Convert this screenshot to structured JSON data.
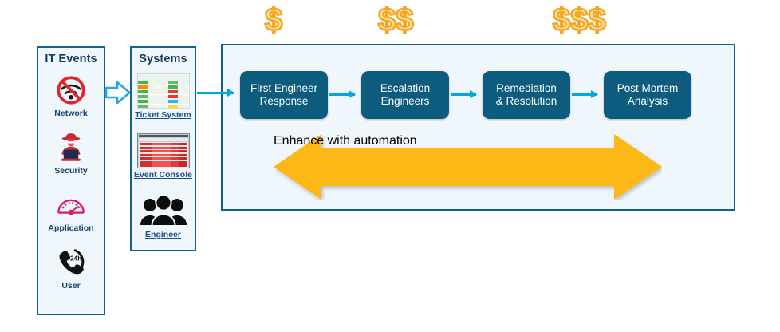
{
  "colors": {
    "panel_bg": "#eff6fc",
    "panel_border": "#14618c",
    "process_box": "#0d5c7d",
    "connector": "#00a8e0",
    "enhance_arrow": "#fcb813",
    "dollar_fill": "#fbdea0",
    "dollar_stroke": "#f5a623",
    "title_text": "#123a5c",
    "link_text": "#1c4f8a"
  },
  "it_events": {
    "title": "IT Events",
    "items": [
      {
        "icon": "no-wifi-icon",
        "label": "Network"
      },
      {
        "icon": "hacker-icon",
        "label": "Security"
      },
      {
        "icon": "gauge-icon",
        "label": "Application"
      },
      {
        "icon": "phone-24h-icon",
        "label": "User"
      }
    ]
  },
  "systems": {
    "title": "Systems",
    "items": [
      {
        "icon": "ticket-table-thumbnail",
        "label": "Ticket System"
      },
      {
        "icon": "event-console-thumbnail",
        "label": "Event Console"
      },
      {
        "icon": "engineer-group-icon",
        "label": "Engineer"
      }
    ]
  },
  "flow": {
    "steps": [
      {
        "line1": "First Engineer",
        "line2": "Response",
        "underline_line1": false
      },
      {
        "line1": "Escalation",
        "line2": "Engineers",
        "underline_line1": false
      },
      {
        "line1": "Remediation",
        "line2": "& Resolution",
        "underline_line1": false
      },
      {
        "line1": "Post Mortem",
        "line2": "Analysis",
        "underline_line1": true
      }
    ],
    "enhance_label": "Enhance with automation"
  },
  "cost_markers": [
    {
      "text": "$",
      "step": "First Engineer Response"
    },
    {
      "text": "$$",
      "step": "Escalation Engineers"
    },
    {
      "text": "$$$",
      "step": "Post Mortem Analysis"
    }
  ]
}
